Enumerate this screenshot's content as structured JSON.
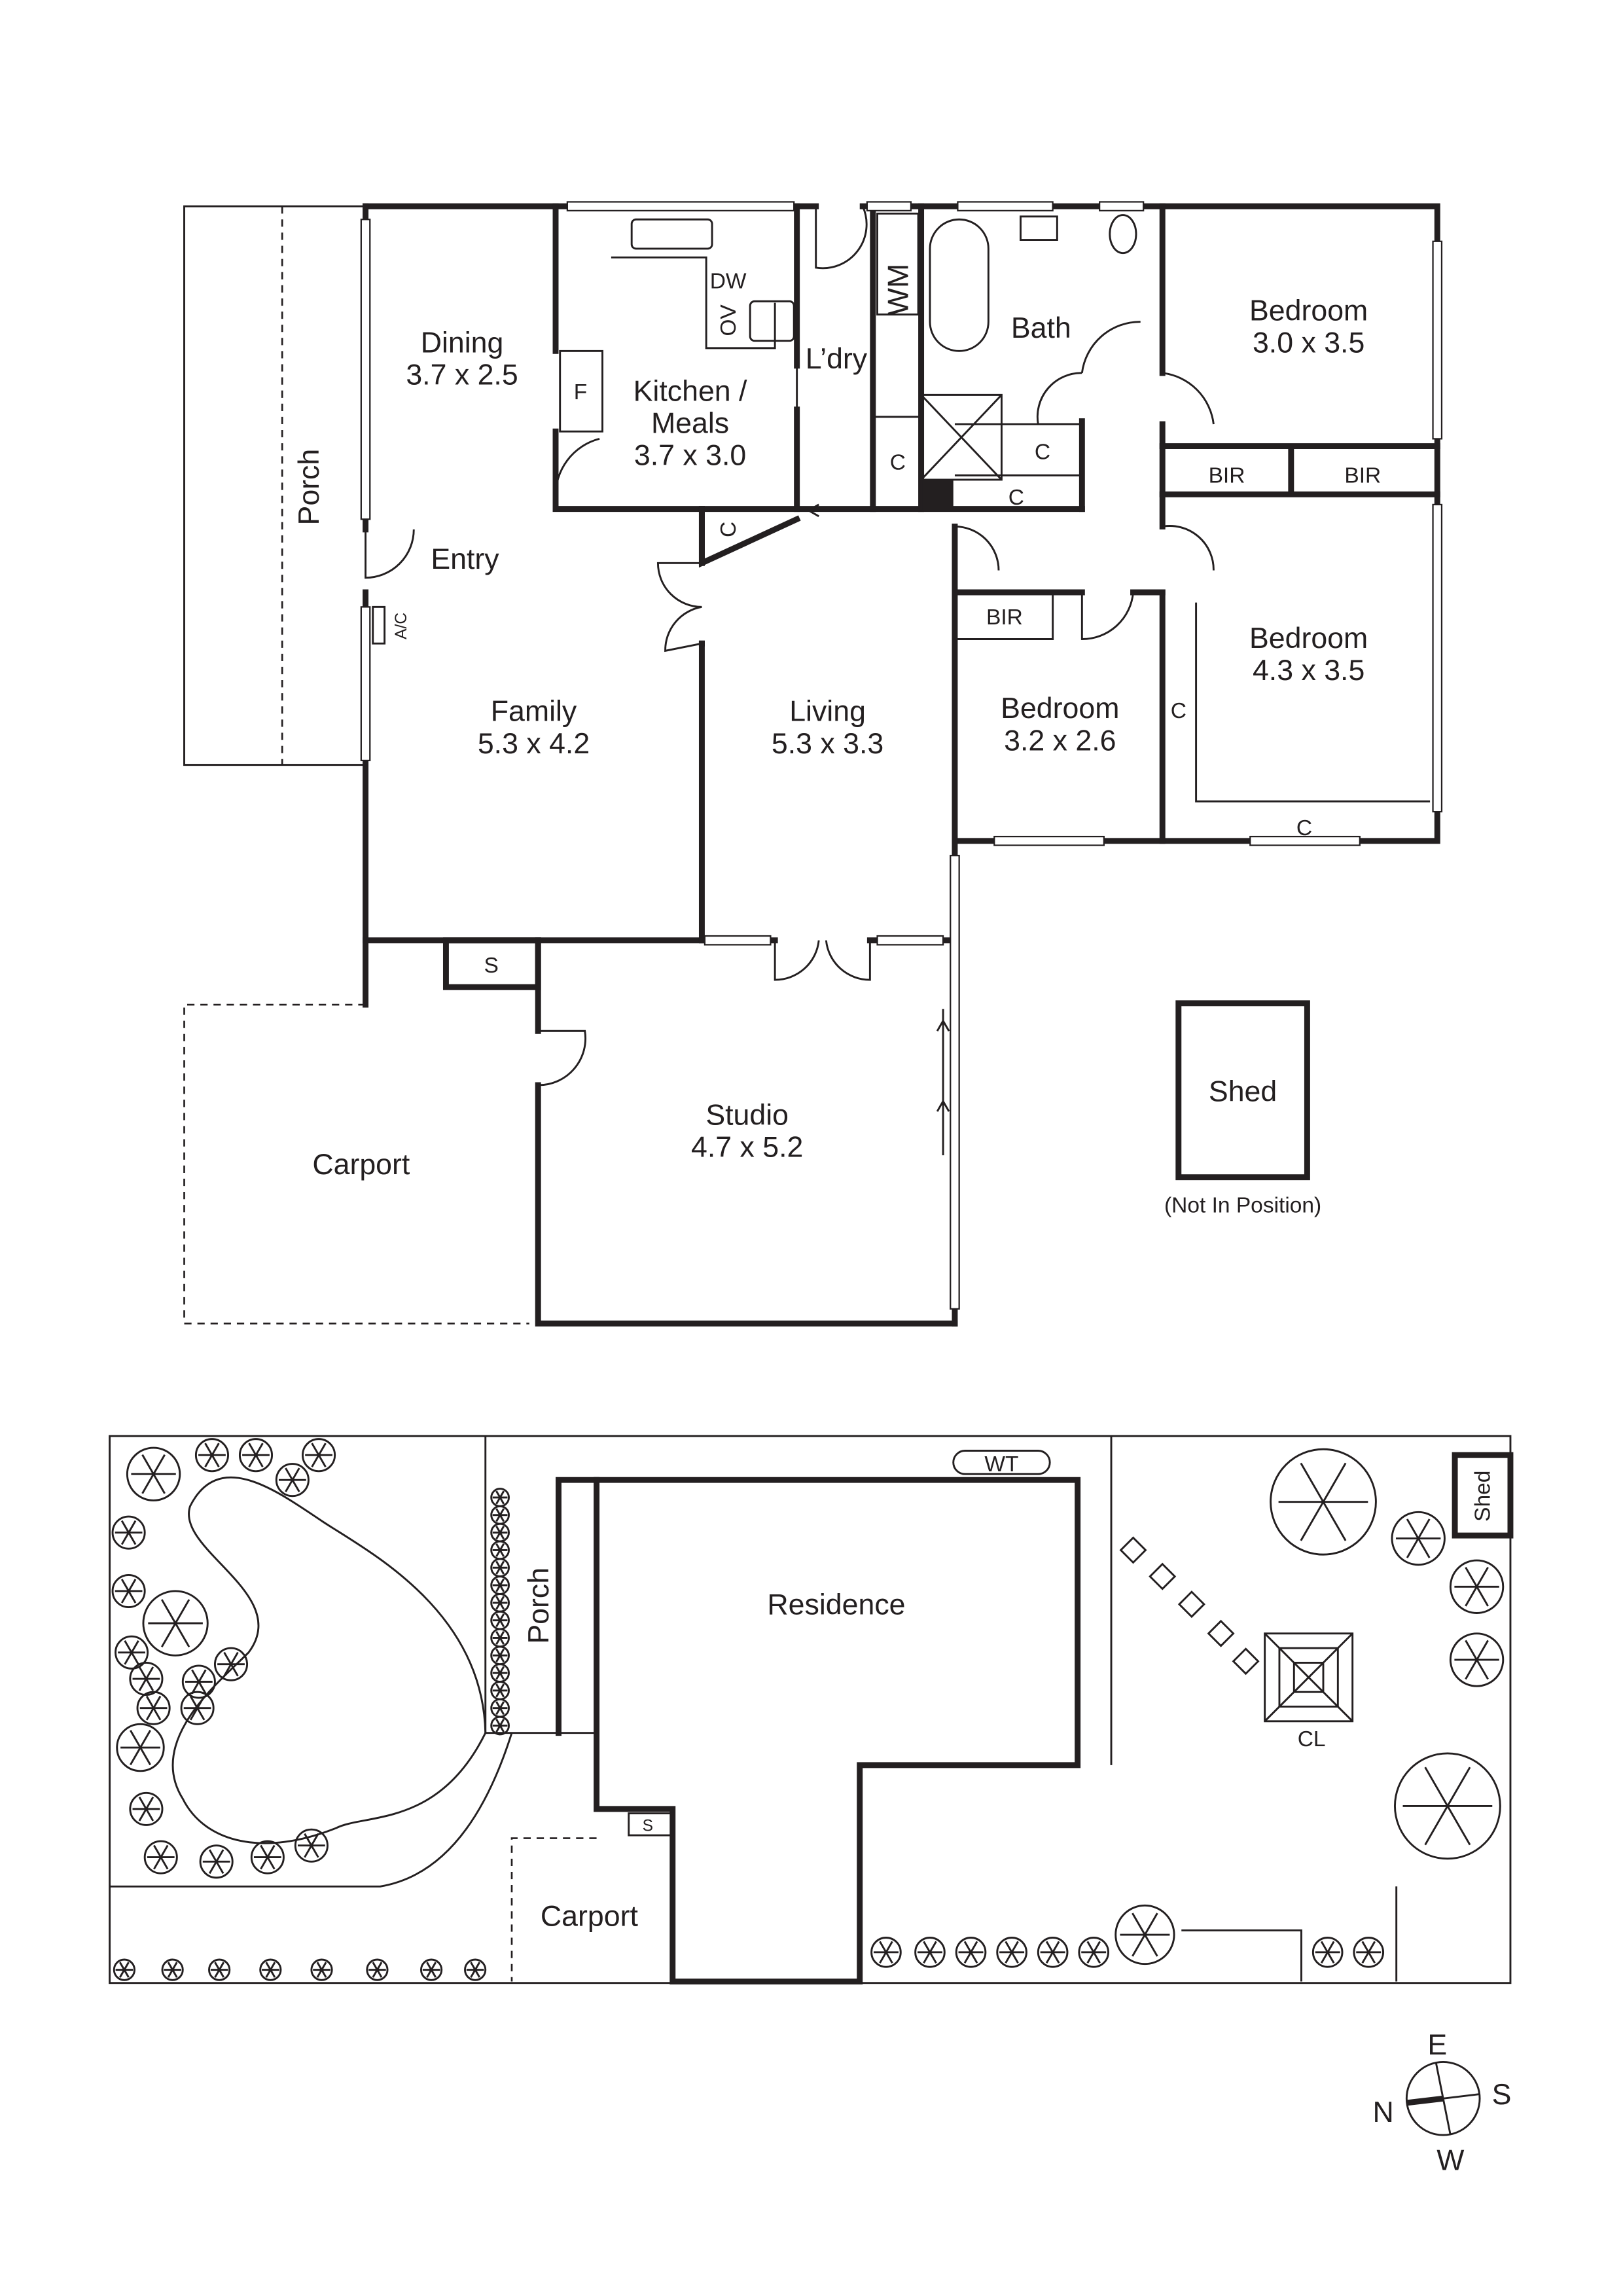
{
  "floor_plan": {
    "rooms": {
      "porch": "Porch",
      "dining": {
        "name": "Dining",
        "size": "3.7 x 2.5"
      },
      "kitchen": {
        "name1": "Kitchen /",
        "name2": "Meals",
        "size": "3.7 x 3.0"
      },
      "laundry": "L’dry",
      "bath": "Bath",
      "bedroom1": {
        "name": "Bedroom",
        "size": "3.0 x 3.5"
      },
      "bedroom2": {
        "name": "Bedroom",
        "size": "4.3 x 3.5"
      },
      "bedroom3": {
        "name": "Bedroom",
        "size": "3.2 x 2.6"
      },
      "entry": "Entry",
      "family": {
        "name": "Family",
        "size": "5.3 x 4.2"
      },
      "living": {
        "name": "Living",
        "size": "5.3 x 3.3"
      },
      "studio": {
        "name": "Studio",
        "size": "4.7 x 5.2"
      },
      "carport": "Carport",
      "shed": "Shed",
      "shed_note": "(Not In Position)"
    },
    "fixtures": {
      "fridge": "F",
      "dishwasher": "DW",
      "oven": "OV",
      "washing_machine": "WM",
      "cupboard": "C",
      "built_in_robe": "BIR",
      "air_con": "A/C",
      "store": "S"
    }
  },
  "site_plan": {
    "residence": "Residence",
    "porch": "Porch",
    "carport": "Carport",
    "shed": "Shed",
    "water_tank": "WT",
    "clothesline": "CL",
    "store": "S"
  },
  "compass": {
    "north": "N",
    "south": "S",
    "east": "E",
    "west": "W"
  }
}
